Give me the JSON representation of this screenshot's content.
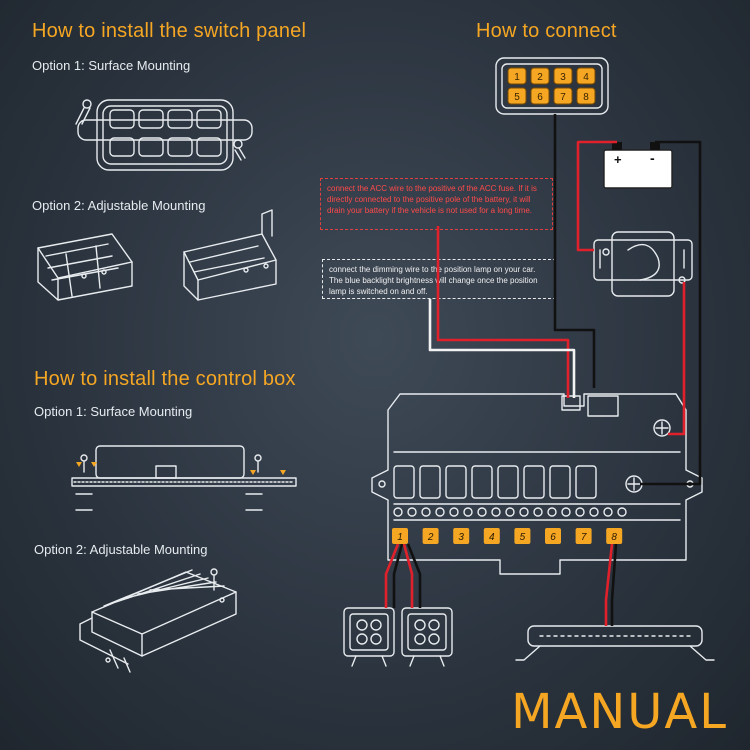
{
  "headings": {
    "install_switch_panel": "How to install the switch panel",
    "how_to_connect": "How to connect",
    "install_control_box": "How to install the control box"
  },
  "switch_panel": {
    "option1": "Option 1: Surface Mounting",
    "option2": "Option 2: Adjustable Mounting"
  },
  "control_box": {
    "option1": "Option 1: Surface Mounting",
    "option2": "Option 2: Adjustable Mounting"
  },
  "notes": {
    "acc_wire": "connect the ACC wire to the positive of the ACC fuse. If it is directly connected to the positive pole of the battery, it will drain your battery if the vehicle is not used for a long time.",
    "dimming_wire": "connect the dimming wire to the position lamp on your car. The blue backlight brightness will change once the position lamp is switched on and off."
  },
  "keypad_buttons": [
    "1",
    "2",
    "3",
    "4",
    "5",
    "6",
    "7",
    "8"
  ],
  "channel_labels": [
    "1",
    "2",
    "3",
    "4",
    "5",
    "6",
    "7",
    "8"
  ],
  "battery": {
    "positive": "+",
    "negative": "-"
  },
  "footer": {
    "manual": "MANUAL"
  },
  "colors": {
    "accent_orange": "#f5a623",
    "wire_red": "#e0202a",
    "wire_black": "#111111",
    "line_art": "#e8ecef",
    "background": "#2f3944"
  }
}
